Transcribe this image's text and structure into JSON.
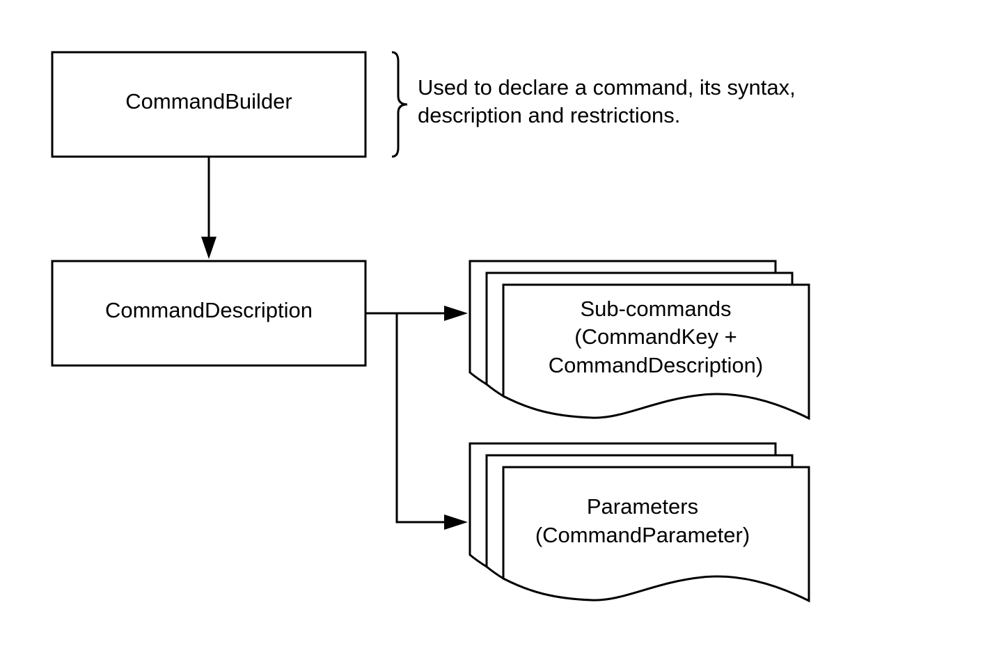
{
  "nodes": {
    "command_builder": {
      "label": "CommandBuilder"
    },
    "command_description": {
      "label": "CommandDescription"
    },
    "sub_commands": {
      "lines": [
        "Sub-commands",
        "(CommandKey +",
        "CommandDescription)"
      ]
    },
    "parameters": {
      "lines": [
        "Parameters",
        "(CommandParameter)"
      ]
    }
  },
  "annotation": {
    "lines": [
      "Used to declare a command, its syntax,",
      "description and restrictions."
    ]
  }
}
